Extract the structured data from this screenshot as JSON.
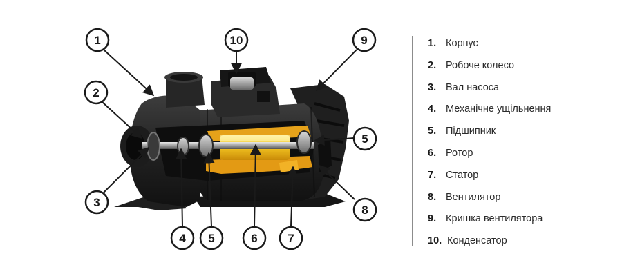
{
  "callouts": [
    {
      "id": "c1",
      "number": "1"
    },
    {
      "id": "c10",
      "number": "10"
    },
    {
      "id": "c9",
      "number": "9"
    },
    {
      "id": "c2",
      "number": "2"
    },
    {
      "id": "c5a",
      "number": "5"
    },
    {
      "id": "c3",
      "number": "3"
    },
    {
      "id": "c8",
      "number": "8"
    },
    {
      "id": "c4",
      "number": "4"
    },
    {
      "id": "c5b",
      "number": "5"
    },
    {
      "id": "c6",
      "number": "6"
    },
    {
      "id": "c7",
      "number": "7"
    }
  ],
  "legend": [
    {
      "number": "1.",
      "label": "Корпус"
    },
    {
      "number": "2.",
      "label": "Робоче колесо"
    },
    {
      "number": "3.",
      "label": "Вал насоса"
    },
    {
      "number": "4.",
      "label": "Механічне ущільнення"
    },
    {
      "number": "5.",
      "label": "Підшипник"
    },
    {
      "number": "6.",
      "label": "Ротор"
    },
    {
      "number": "7.",
      "label": "Статор"
    },
    {
      "number": "8.",
      "label": "Вентилятор"
    },
    {
      "number": "9.",
      "label": "Кришка вентилятора"
    },
    {
      "number": "10.",
      "label": "Конденсатор"
    }
  ],
  "colors": {
    "housing": "#262626",
    "housing_shadow": "#121212",
    "rotor": "#f2c21b",
    "rotor_glow": "#ffe46a",
    "stator": "#e39a14",
    "shaft": "#bfbfbf",
    "callout_ring": "#1a1a1a",
    "text": "#2b2b2b"
  }
}
